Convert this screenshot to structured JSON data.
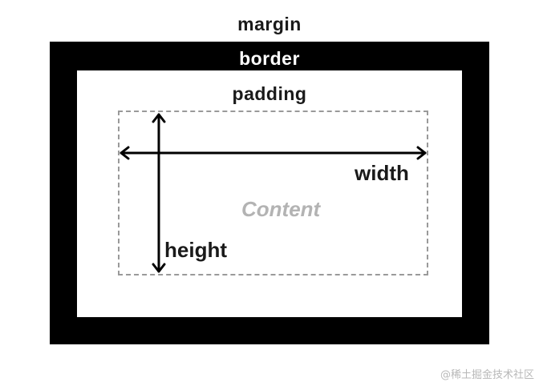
{
  "diagram": {
    "margin_label": "margin",
    "border_label": "border",
    "padding_label": "padding",
    "content_label": "Content",
    "width_label": "width",
    "height_label": "height"
  },
  "watermark": "@稀土掘金技术社区",
  "colors": {
    "border": "#000000",
    "background": "#ffffff",
    "text": "#1a1a1a",
    "content_text": "#b3b3b3",
    "dashed_outline": "#9a9a9a"
  }
}
